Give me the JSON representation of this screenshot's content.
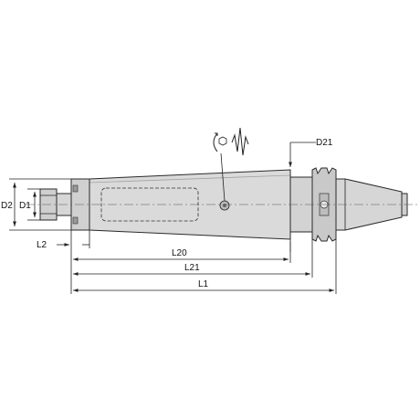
{
  "drawing": {
    "labels": {
      "d2": "D2",
      "d1": "D1",
      "d21": "D21",
      "l2": "L2",
      "l20": "L20",
      "l21": "L21",
      "l1": "L1"
    },
    "colors": {
      "body_fill": "#d9d9d9",
      "body_shade": "#c6c6c6",
      "line": "#2a2a2a",
      "background": "#ffffff"
    },
    "icons": [
      "coolant-hexagon-icon",
      "vibration-damping-icon"
    ]
  }
}
